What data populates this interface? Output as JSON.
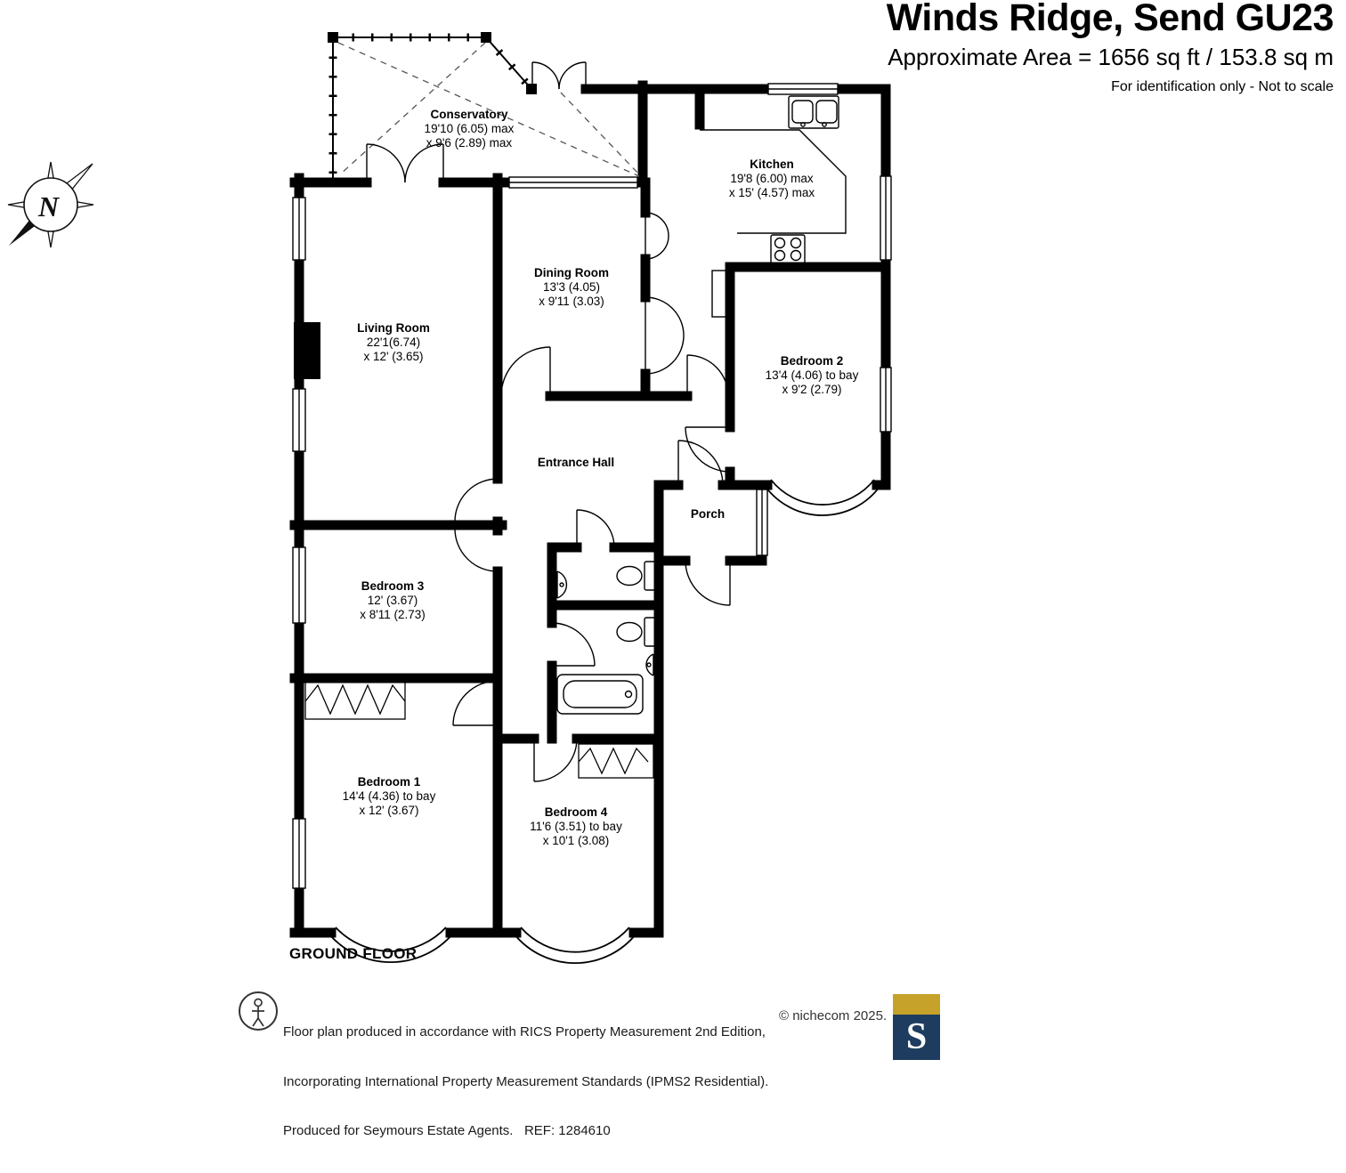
{
  "header": {
    "title": "Winds Ridge, Send GU23",
    "area": "Approximate Area = 1656 sq ft / 153.8 sq m",
    "disclaimer": "For identification only - Not to scale"
  },
  "compass": {
    "letter": "N"
  },
  "floor_label": "GROUND FLOOR",
  "rooms": {
    "conservatory": {
      "name": "Conservatory",
      "dim1": "19'10 (6.05) max",
      "dim2": "x 9'6 (2.89) max"
    },
    "kitchen": {
      "name": "Kitchen",
      "dim1": "19'8 (6.00) max",
      "dim2": "x 15' (4.57) max"
    },
    "dining_room": {
      "name": "Dining Room",
      "dim1": "13'3 (4.05)",
      "dim2": "x 9'11 (3.03)"
    },
    "living_room": {
      "name": "Living Room",
      "dim1": "22'1(6.74)",
      "dim2": "x 12' (3.65)"
    },
    "bedroom_2": {
      "name": "Bedroom 2",
      "dim1": "13'4 (4.06) to bay",
      "dim2": "x 9'2 (2.79)"
    },
    "entrance_hall": {
      "name": "Entrance Hall"
    },
    "porch": {
      "name": "Porch"
    },
    "bedroom_3": {
      "name": "Bedroom 3",
      "dim1": "12' (3.67)",
      "dim2": "x 8'11 (2.73)"
    },
    "bedroom_1": {
      "name": "Bedroom 1",
      "dim1": "14'4 (4.36) to bay",
      "dim2": "x 12' (3.67)"
    },
    "bedroom_4": {
      "name": "Bedroom 4",
      "dim1": "11'6 (3.51) to bay",
      "dim2": "x 10'1 (3.08)"
    }
  },
  "footer": {
    "line1": "Floor plan produced in accordance with RICS Property Measurement 2nd Edition,",
    "line2": "Incorporating International Property Measurement Standards (IPMS2 Residential).",
    "line3": "Produced for Seymours Estate Agents.   REF: 1284610",
    "copyright": "© nichecom 2025.",
    "logo_letter": "S"
  },
  "colors": {
    "wall": "#000000",
    "logo_navy": "#1d3c5f",
    "logo_gold": "#c7a22a"
  }
}
